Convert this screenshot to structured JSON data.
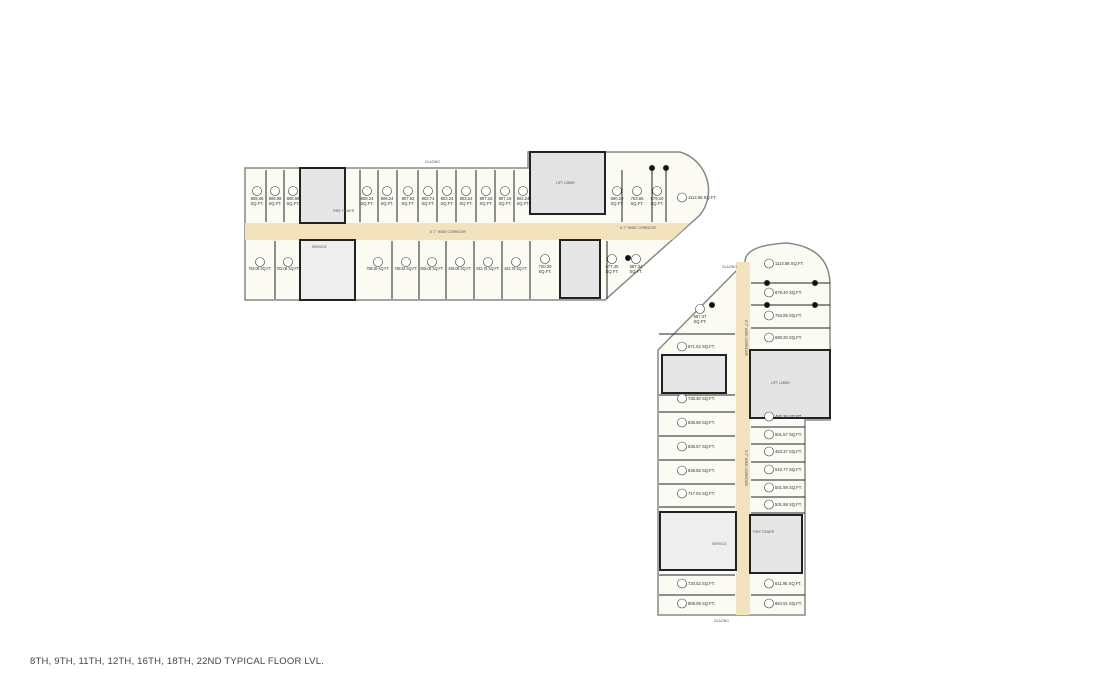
{
  "plan_title": "8TH, 9TH, 11TH, 12TH, 16TH, 18TH, 22ND TYPICAL FLOOR LVL.",
  "colors": {
    "unit_fill": "#fbfaf3",
    "corridor": "#f2e2bd",
    "core": "#e6e6e6",
    "wall": "#222222",
    "outline": "#999999"
  },
  "labels": {
    "corridor_left": "6'-7\" WIDE CORRIDOR",
    "corridor_right": "6'-7\" WIDE CORRIDOR",
    "corridor_vertical": "6'-7\" WIDE CORRIDOR",
    "lift_lobby": "LIFT LOBBY",
    "service": "SERVICE",
    "fire_tower": "FIRE TOWER",
    "glazing": "GLAZING"
  },
  "west_wing": {
    "upper_units": [
      "808.46 SQ.FT.",
      "808.98 SQ.FT.",
      "808.98 SQ.FT.",
      "808.24 SQ.FT.",
      "808.24 SQ.FT.",
      "807.62 SQ.FT.",
      "802.74 SQ.FT.",
      "803.24 SQ.FT.",
      "803.24 SQ.FT.",
      "807.16 SQ.FT.",
      "807.16 SQ.FT.",
      "802.24 SQ.FT.",
      "690.20 SQ.FT.",
      "753.85 SQ.FT.",
      "879.40 SQ.FT.",
      "1114.58 SQ.FT."
    ],
    "lower_units": [
      "782.06 SQ.FT.",
      "782.06 SQ.FT.",
      "788.35 SQ.FT.",
      "788.82 SQ.FT.",
      "835.06 SQ.FT.",
      "835.06 SQ.FT.",
      "843.76 SQ.FT.",
      "843.76 SQ.FT.",
      "720.30 SQ.FT.",
      "677.45 SQ.FT.",
      "567.34 SQ.FT."
    ]
  },
  "east_wing": {
    "left_units": [
      "567.37 SQ.FT.",
      "871.52 SQ.FT.",
      "736.30 SQ.FT.",
      "836.56 SQ.FT.",
      "836.57 SQ.FT.",
      "848.55 SQ.FT.",
      "717.03 SQ.FT.",
      "720.52 SQ.FT.",
      "808.08 SQ.FT."
    ],
    "right_units": [
      "1114.58 SQ.FT.",
      "879.40 SQ.FT.",
      "753.85 SQ.FT.",
      "690.20 SQ.FT.",
      "482.36 SQ.FT.",
      "501.57 SQ.FT.",
      "463.37 SQ.FT.",
      "510.77 SQ.FT.",
      "501.98 SQ.FT.",
      "501.98 SQ.FT.",
      "611.95 SQ.FT.",
      "864.91 SQ.FT."
    ]
  }
}
